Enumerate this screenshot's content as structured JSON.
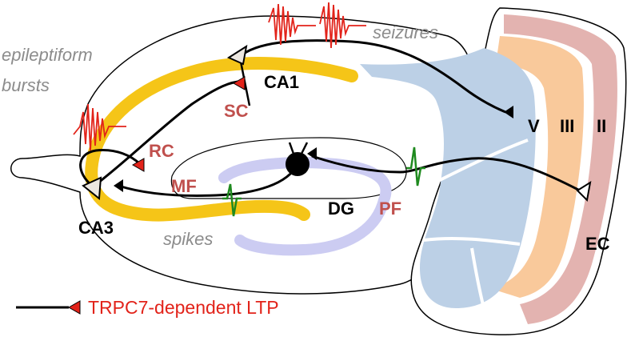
{
  "regions": {
    "ca1": "CA1",
    "ca3": "CA3",
    "dg": "DG",
    "ec": "EC",
    "layer_v": "V",
    "layer_iii": "III",
    "layer_ii": "II"
  },
  "pathways": {
    "sc": "SC",
    "rc": "RC",
    "mf": "MF",
    "pf": "PF"
  },
  "activity": {
    "epileptiform_line1": "epileptiform",
    "epileptiform_line2": "bursts",
    "seizures": "seizures",
    "spikes": "spikes"
  },
  "legend": {
    "label": "TRPC7-dependent LTP"
  },
  "colors": {
    "ca_layer": "#f5c518",
    "dg_layer": "#ccccf2",
    "subiculum": "#bcd0e6",
    "ec_layer_iii": "#f9c99b",
    "ec_layer_ii": "#e3b3b0",
    "ltp_synapse": "#e2231a",
    "label_pathway": "#c0504d",
    "label_activity": "#8c8c8c",
    "spike_trace": "#1f8a1f"
  }
}
